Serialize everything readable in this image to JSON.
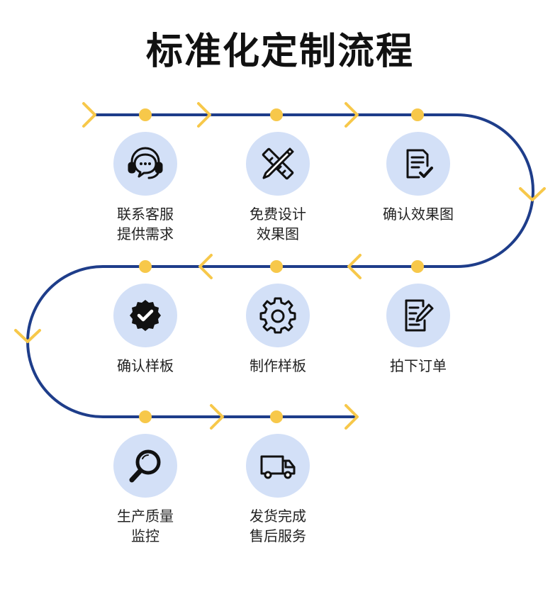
{
  "title": "标准化定制流程",
  "colors": {
    "track": "#1e3d8a",
    "dot": "#f7c84a",
    "circle": "#d3e0f7",
    "icon": "#111111"
  },
  "steps": [
    {
      "icon": "headset-chat-icon",
      "lines": [
        "联系客服",
        "提供需求"
      ]
    },
    {
      "icon": "pencil-ruler-icon",
      "lines": [
        "免费设计",
        "效果图"
      ]
    },
    {
      "icon": "document-check-icon",
      "lines": [
        "确认效果图"
      ]
    },
    {
      "icon": "edit-document-icon",
      "lines": [
        "拍下订单"
      ]
    },
    {
      "icon": "gear-icon",
      "lines": [
        "制作样板"
      ]
    },
    {
      "icon": "verified-badge-icon",
      "lines": [
        "确认样板"
      ]
    },
    {
      "icon": "magnifier-icon",
      "lines": [
        "生产质量",
        "监控"
      ]
    },
    {
      "icon": "delivery-truck-icon",
      "lines": [
        "发货完成",
        "售后服务"
      ]
    }
  ]
}
